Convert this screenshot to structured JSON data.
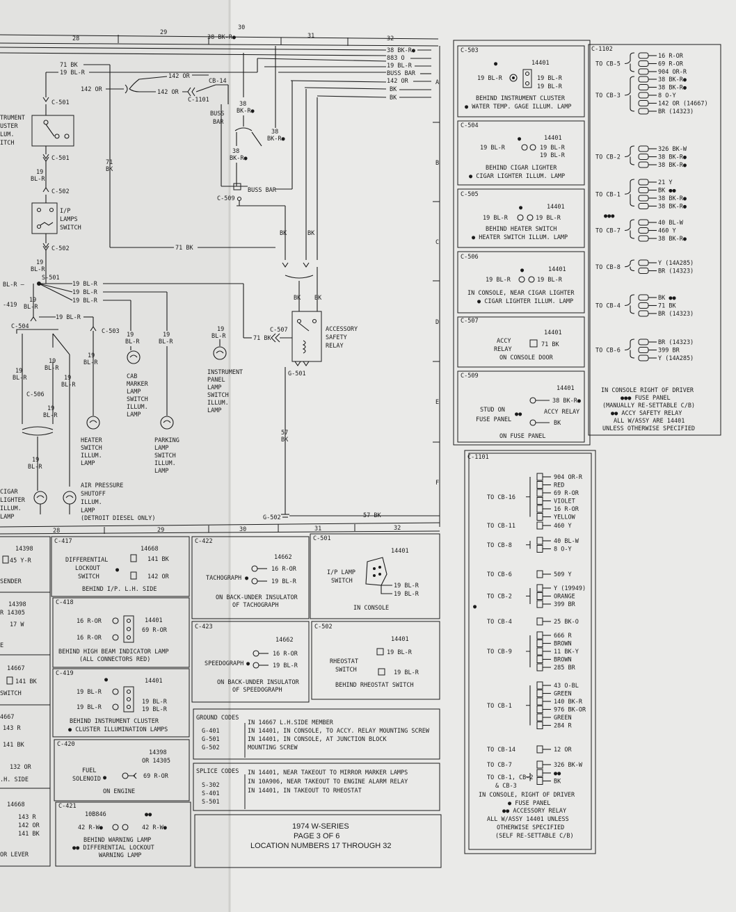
{
  "grid": {
    "top": [
      "28",
      "29",
      "30",
      "31",
      "32"
    ],
    "bottom": [
      "28",
      "29",
      "30",
      "31",
      "32"
    ],
    "rows": [
      "A",
      "B",
      "C",
      "D",
      "E",
      "F"
    ]
  },
  "bus_labels": [
    "38 BK-R●",
    "883 O",
    "19 BL-R",
    "BUSS BAR",
    "142 OR",
    "BK",
    "BK"
  ],
  "schematic": {
    "wire_top": "38 BK-R●",
    "w71bk": "71 BK",
    "w19blr": "19 BL-R",
    "w142or": "142 OR",
    "cb14": "CB-14",
    "c1101": "C-1101",
    "c501": "C-501",
    "c502": "C-502",
    "c503": "C-503",
    "c504": "C-504",
    "c506": "C-506",
    "c507": "C-507",
    "c509": "C-509",
    "s501": "S-501",
    "g501": "G-501",
    "g502": "G-502",
    "w419": "-419",
    "buss_bar": "BUSS BAR",
    "buss": "BUSS",
    "bar": "BAR",
    "bkr": "BK-R●",
    "n38": "38",
    "n19": "19",
    "n57": "57",
    "bk": "BK",
    "blr": "BL-R",
    "blr_dash": "BL-R —",
    "w57bk": "57 BK",
    "n71": "71",
    "instrument_cluster_switch": [
      "TRUMENT",
      "USTER",
      "LUM.",
      "ITCH"
    ],
    "ip_lamps_switch": [
      "I/P",
      "LAMPS",
      "SWITCH"
    ],
    "cab_marker": [
      "CAB",
      "MARKER",
      "LAMP",
      "SWITCH",
      "ILLUM.",
      "LAMP"
    ],
    "heater_switch": [
      "HEATER",
      "SWITCH",
      "ILLUM.",
      "LAMP"
    ],
    "parking_lamp": [
      "PARKING",
      "LAMP",
      "SWITCH",
      "ILLUM.",
      "LAMP"
    ],
    "instrument_panel": [
      "INSTRUMENT",
      "PANEL",
      "LAMP",
      "SWITCH",
      "ILLUM.",
      "LAMP"
    ],
    "accessory_relay": [
      "ACCESSORY",
      "SAFETY",
      "RELAY"
    ],
    "cigar_lighter": [
      "CIGAR",
      "LIGHTER",
      "ILLUM.",
      "LAMP"
    ],
    "air_pressure": [
      "AIR PRESSURE",
      "SHUTOFF",
      "ILLUM.",
      "LAMP",
      "(DETROIT DIESEL ONLY)"
    ]
  },
  "right_conn": {
    "c503": {
      "id": "C-503",
      "part": "14401",
      "left": "19 BL-R",
      "r1": "19 BL-R",
      "r2": "19 BL-R",
      "loc": "BEHIND INSTRUMENT CLUSTER",
      "desc": "● WATER TEMP. GAGE ILLUM. LAMP"
    },
    "c504": {
      "id": "C-504",
      "part": "14401",
      "left": "19 BL-R",
      "r1": "19 BL-R",
      "r2": "19 BL-R",
      "loc": "BEHIND CIGAR LIGHTER",
      "desc": "● CIGAR LIGHTER ILLUM. LAMP"
    },
    "c505": {
      "id": "C-505",
      "part": "14401",
      "left": "19 BL-R",
      "r1": "19 BL-R",
      "loc": "BEHIND HEATER SWITCH",
      "desc": "● HEATER SWITCH ILLUM. LAMP"
    },
    "c506": {
      "id": "C-506",
      "part": "14401",
      "left": "19 BL-R",
      "r1": "19 BL-R",
      "loc": "IN CONSOLE, NEAR CIGAR LIGHTER",
      "desc": "● CIGAR LIGHTER ILLUM. LAMP"
    },
    "c507": {
      "id": "C-507",
      "part": "14401",
      "l1": "ACCY",
      "l2": "RELAY",
      "r1": "71 BK",
      "loc": "ON CONSOLE DOOR"
    },
    "c509": {
      "id": "C-509",
      "part": "14401",
      "l1": "STUD ON",
      "l2": "FUSE PANEL",
      "stars": "●●",
      "r1": "38 BK-R●",
      "r2": "ACCY RELAY",
      "r3": "BK",
      "loc": "ON FUSE PANEL"
    }
  },
  "c1102": {
    "id": "C-1102",
    "groups": [
      {
        "to": "TO CB-5",
        "wires": [
          "16 R-OR",
          "69 R-OR",
          "904 OR-R"
        ]
      },
      {
        "to": "TO CB-3",
        "wires": [
          "38 BK-R●",
          "38 BK-R●",
          "8 O-Y",
          "142 OR (14667)",
          "BR (14323)"
        ]
      },
      {
        "to": "TO CB-2",
        "wires": [
          "326 BK-W",
          "38 BK-R●",
          "38 BK-R●"
        ]
      },
      {
        "to": "TO CB-1",
        "wires": [
          "21 Y",
          "BK ●●",
          "38 BK-R●",
          "38 BK-R●"
        ]
      },
      {
        "to": "TO CB-7",
        "wires": [
          "40 BL-W",
          "460 Y",
          "38 BK-R●"
        ]
      },
      {
        "to": "TO CB-8",
        "wires": [
          "Y (14A285)",
          "BR (14323)"
        ]
      },
      {
        "to": "TO CB-4",
        "wires": [
          "BK ●●",
          "71 BK",
          "BR (14323)"
        ]
      },
      {
        "to": "TO CB-6",
        "wires": [
          "BR (14323)",
          "399 BR",
          "Y (14A285)"
        ]
      }
    ],
    "stars": "●●●",
    "notes": [
      "IN CONSOLE RIGHT OF DRIVER",
      "●●● FUSE PANEL",
      "(MANUALLY RE-SETTABLE C/B)",
      "●● ACCY SAFETY RELAY",
      "ALL W/ASSY ARE 14401",
      "UNLESS OTHERWISE SPECIFIED"
    ]
  },
  "c1101": {
    "id": "C-1101",
    "groups": [
      {
        "to": "TO CB-16",
        "wires": [
          "904 OR-R",
          "RED",
          "69 R-OR",
          "VIOLET",
          "16 R-OR",
          "YELLOW"
        ]
      },
      {
        "to": "TO CB-11",
        "wires": [
          "460 Y"
        ]
      },
      {
        "to": "TO CB-8",
        "wires": [
          "40 BL-W",
          "8 O-Y"
        ]
      },
      {
        "to": "TO CB-6",
        "wires": [
          "509 Y"
        ]
      },
      {
        "to": "TO CB-2",
        "wires": [
          "Y (19949)",
          "ORANGE",
          "399 BR"
        ]
      },
      {
        "to": "TO CB-4",
        "wires": [
          "25 BK-O"
        ]
      },
      {
        "to": "TO CB-9",
        "wires": [
          "666 R",
          "BROWN",
          "11 BK-Y",
          "BROWN",
          "285 BR"
        ]
      },
      {
        "to": "TO CB-1",
        "wires": [
          "43 O-BL",
          "GREEN",
          "140 BK-R",
          "976 BK-OR",
          "GREEN",
          "284 R"
        ]
      },
      {
        "to": "TO CB-14",
        "wires": [
          "12 OR"
        ]
      },
      {
        "to": "TO CB-7",
        "wires": [
          "326 BK-W"
        ]
      },
      {
        "to": "TO CB-1, CB-2",
        "to2": "& CB-3",
        "wires": [
          "●●",
          "BK"
        ]
      }
    ],
    "dot": "●",
    "notes": [
      "IN CONSOLE, RIGHT OF DRIVER",
      "● FUSE PANEL",
      "●● ACCESSORY RELAY",
      "ALL W/ASSY 14401 UNLESS",
      "OTHERWISE SPECIFIED",
      "(SELF RE-SETTABLE C/B)"
    ]
  },
  "bottom_left": {
    "b1": {
      "part": "14398",
      "wire": "45 Y-R",
      "name": "SENDER"
    },
    "b2": {
      "part": "14398",
      "part2": "R 14305",
      "wire": "17 W",
      "tail": "E"
    },
    "b3": {
      "part": "14667",
      "wire": "141 BK",
      "name": "SWITCH"
    },
    "b4": {
      "part": "4667",
      "w1": "143 R",
      "w2": "141 BK",
      "w3": "132 OR",
      "loc": ".H. SIDE"
    },
    "b5": {
      "part": "14668",
      "w1": "143 R",
      "w2": "142 OR",
      "w3": "141 BK",
      "name": "OR LEVER"
    }
  },
  "bottom_mid": {
    "c417": {
      "id": "C-417",
      "part": "14668",
      "name": [
        "DIFFERENTIAL",
        "LOCKOUT",
        "SWITCH"
      ],
      "dot": "●",
      "w1": "141 BK",
      "w2": "142 OR",
      "loc": "BEHIND I/P. L.H. SIDE"
    },
    "c418": {
      "id": "C-418",
      "part": "14401",
      "w1": "16 R-OR",
      "w2": "16 R-OR",
      "w3": "69 R-OR",
      "loc": "BEHIND HIGH BEAM INDICATOR LAMP",
      "loc2": "(ALL CONNECTORS RED)"
    },
    "c419": {
      "id": "C-419",
      "part": "14401",
      "dot": "●",
      "w1": "19 BL-R",
      "w2": "19 BL-R",
      "w3": "19 BL-R",
      "w4": "19 BL-R",
      "loc": "BEHIND INSTRUMENT CLUSTER",
      "loc2": "● CLUSTER ILLUMINATION LAMPS"
    },
    "c420": {
      "id": "C-420",
      "part": "14398",
      "part2": "OR 14305",
      "name": [
        "FUEL",
        "SOLENOID"
      ],
      "dot": "●",
      "w1": "69 R-OR",
      "loc": "ON ENGINE"
    },
    "c421": {
      "id": "C-421",
      "part": "10B846",
      "stars": "●●",
      "w1": "42 R-W●",
      "w2": "42 R-W●",
      "loc": "BEHIND WARNING LAMP",
      "loc2": "●● DIFFERENTIAL LOCKOUT",
      "loc3": "WARNING LAMP"
    },
    "c422": {
      "id": "C-422",
      "part": "14662",
      "name": "TACHOGRAPH",
      "dot": "●",
      "w1": "16 R-OR",
      "w2": "19 BL-R",
      "loc": "ON BACK-UNDER INSULATOR",
      "loc2": "OF TACHOGRAPH"
    },
    "c423": {
      "id": "C-423",
      "part": "14662",
      "name": "SPEEDOGRAPH",
      "dot": "●",
      "w1": "16 R-OR",
      "w2": "19 BL-R",
      "loc": "ON BACK-UNDER INSULATOR",
      "loc2": "OF SPEEDOGRAPH"
    },
    "c501": {
      "id": "C-501",
      "part": "14401",
      "name": [
        "I/P LAMP",
        "SWITCH"
      ],
      "w1": "19 BL-R",
      "w2": "19 BL-R",
      "loc": "IN CONSOLE"
    },
    "c502": {
      "id": "C-502",
      "part": "14401",
      "name": [
        "RHEOSTAT",
        "SWITCH"
      ],
      "w1": "19 BL-R",
      "w2": "19 BL-R",
      "loc": "BEHIND RHEOSTAT SWITCH"
    }
  },
  "ground_codes": {
    "title": "GROUND CODES",
    "codes": [
      "G-401",
      "G-501",
      "G-502"
    ],
    "lines": [
      "IN 14667 L.H.SIDE MEMBER",
      "IN 14401, IN CONSOLE, TO ACCY. RELAY MOUNTING SCREW",
      "IN 14401, IN CONSOLE, AT JUNCTION BLOCK",
      "MOUNTING SCREW"
    ]
  },
  "splice_codes": {
    "title": "SPLICE CODES",
    "codes": [
      "S-302",
      "S-401",
      "S-501"
    ],
    "lines": [
      "IN 14401, NEAR TAKEOUT TO MIRROR MARKER LAMPS",
      "IN 10A906, NEAR TAKEOUT TO ENGINE ALARM RELAY",
      "IN 14401, IN TAKEOUT TO RHEOSTAT"
    ]
  },
  "title_block": {
    "line1": "1974 W-SERIES",
    "line2": "PAGE 3 OF 6",
    "line3": "LOCATION NUMBERS 17 THROUGH 32"
  }
}
